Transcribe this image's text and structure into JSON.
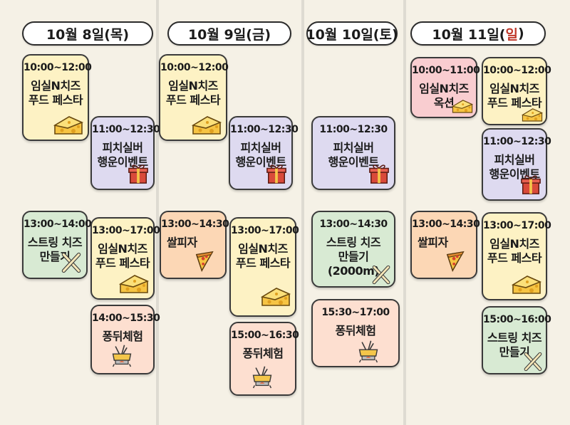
{
  "days": [
    {
      "label": "10월 8일(목)"
    },
    {
      "label": "10월 9일(금)"
    },
    {
      "label": "10월 10일(토)"
    },
    {
      "label_main": "10월 11일(",
      "label_accent": "일",
      "label_end": ")",
      "accent_color": "#c0392b"
    }
  ],
  "events": {
    "d1a": {
      "time": "10:00~12:00",
      "title": "임실N치즈\n푸드 페스타",
      "icon": "cheese-icon"
    },
    "d1b": {
      "time": "11:00~12:30",
      "title": "피치실버\n행운이벤트",
      "icon": "gift-icon"
    },
    "d1c": {
      "time": "13:00~14:00",
      "title": "스트링 치즈\n만들기",
      "icon": "crossed-tools-icon"
    },
    "d1d": {
      "time": "13:00~17:00",
      "title": "임실N치즈\n푸드 페스타",
      "icon": "cheese-icon"
    },
    "d1e": {
      "time": "14:00~15:30",
      "title": "퐁뒤체험",
      "icon": "fondue-pot-icon"
    },
    "d2a": {
      "time": "10:00~12:00",
      "title": "임실N치즈\n푸드 페스타",
      "icon": "cheese-icon"
    },
    "d2b": {
      "time": "11:00~12:30",
      "title": "피치실버\n행운이벤트",
      "icon": "gift-icon"
    },
    "d2c": {
      "time": "13:00~14:30",
      "title": "쌀피자",
      "icon": "pizza-icon"
    },
    "d2d": {
      "time": "13:00~17:00",
      "title": "임실N치즈\n푸드 페스타",
      "icon": "cheese-icon"
    },
    "d2e": {
      "time": "15:00~16:30",
      "title": "퐁뒤체험",
      "icon": "fondue-pot-icon"
    },
    "d3a": {
      "time": "11:00~12:30",
      "title": "피치실버\n행운이벤트",
      "icon": "gift-icon"
    },
    "d3b": {
      "time": "13:00~14:30",
      "title": "스트링 치즈\n만들기(2000m)",
      "icon": "crossed-tools-icon"
    },
    "d3c": {
      "time": "15:30~17:00",
      "title": "퐁뒤체험",
      "icon": "fondue-pot-icon"
    },
    "d4a": {
      "time": "10:00~11:00",
      "title": "임실N치즈\n옥션",
      "icon": "cheese-icon"
    },
    "d4b": {
      "time": "10:00~12:00",
      "title": "임실N치즈\n푸드 페스타",
      "icon": "cheese-icon"
    },
    "d4c": {
      "time": "11:00~12:30",
      "title": "피치실버\n행운이벤트",
      "icon": "gift-icon"
    },
    "d4d": {
      "time": "13:00~14:30",
      "title": "쌀피자",
      "icon": "pizza-icon"
    },
    "d4e": {
      "time": "13:00~17:00",
      "title": "임실N치즈\n푸드 페스타",
      "icon": "cheese-icon"
    },
    "d4f": {
      "time": "15:00~16:00",
      "title": "스트링 치즈\n만들기",
      "icon": "crossed-tools-icon"
    }
  }
}
